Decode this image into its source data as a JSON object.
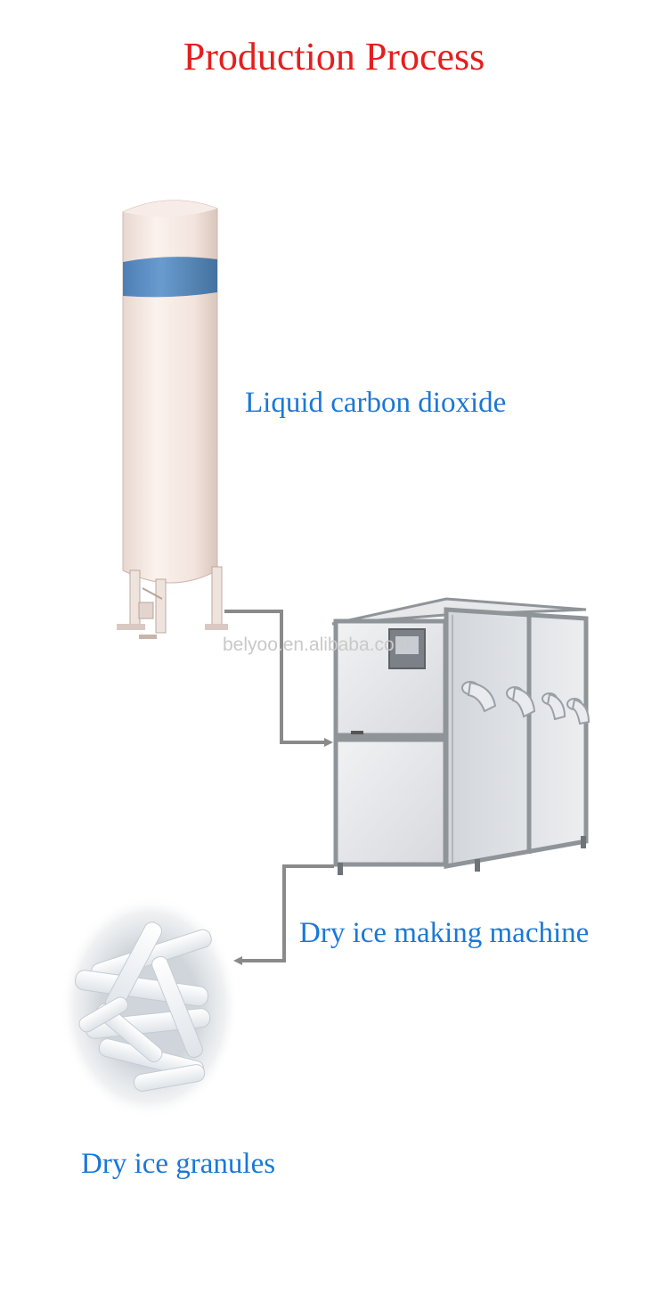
{
  "title": "Production Process",
  "steps": {
    "tank": {
      "label": "Liquid carbon dioxide",
      "icon": "co2-tank-icon"
    },
    "machine": {
      "label": "Dry ice making machine",
      "icon": "dry-ice-machine-icon"
    },
    "granules": {
      "label": "Dry ice granules",
      "icon": "dry-ice-granules-icon"
    }
  },
  "watermark": {
    "brand": "BELYOO",
    "url": "belyoo.en.alibaba.com"
  },
  "colors": {
    "title": "#e41e1e",
    "caption": "#1a78d6",
    "arrow": "#8a8a8a",
    "tank_band": "#5b8ec4",
    "machine_frame": "#8f9499",
    "machine_panel": "#e9eaec"
  }
}
